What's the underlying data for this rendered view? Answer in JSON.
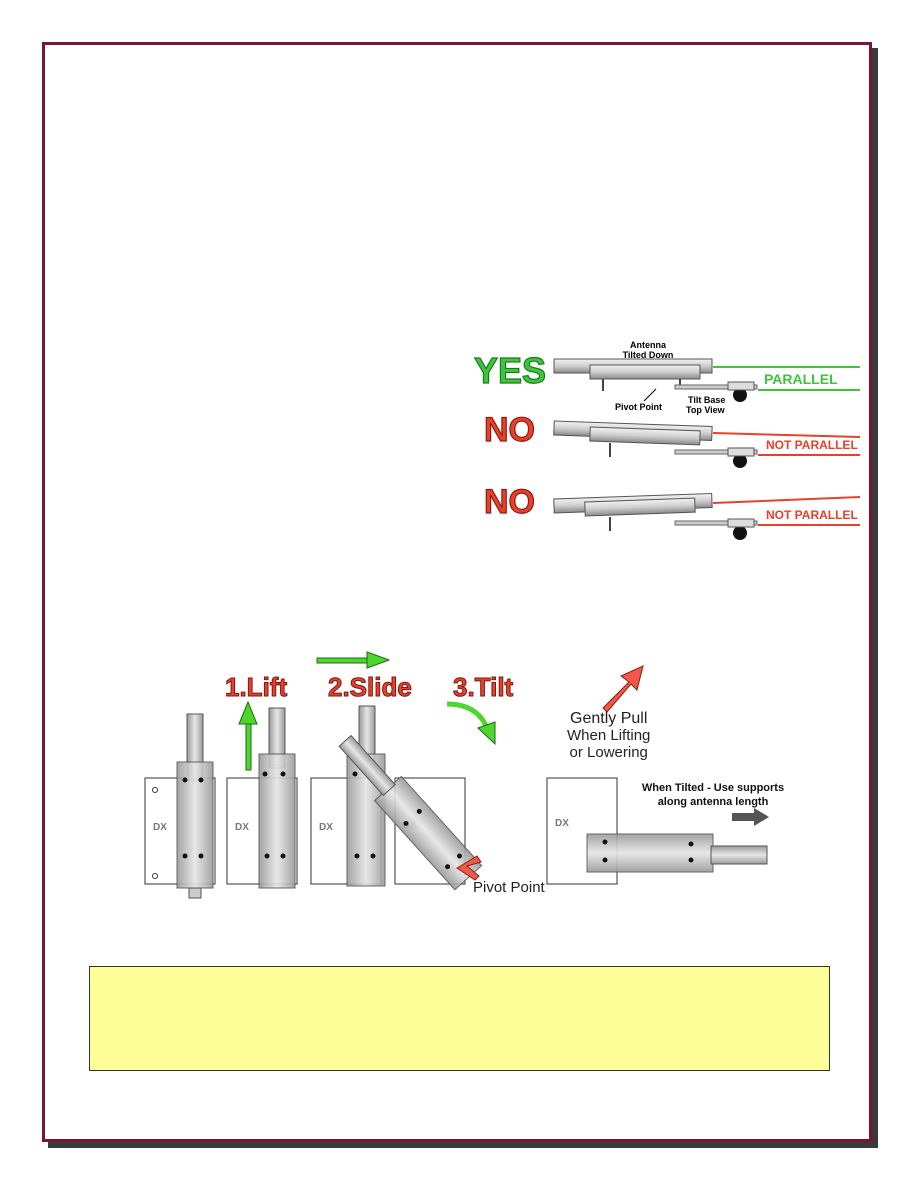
{
  "top_diagram": {
    "antenna_label_line1": "Antenna",
    "antenna_label_line2": "Tilted Down",
    "pivot_label": "Pivot Point",
    "tilt_base_line1": "Tilt Base",
    "tilt_base_line2": "Top View",
    "rows": [
      {
        "verdict": "YES",
        "verdict_color": "#3ec43e",
        "parallel_label": "PARALLEL",
        "parallel_color": "#3ec43e"
      },
      {
        "verdict": "NO",
        "verdict_color": "#e8402a",
        "parallel_label": "NOT PARALLEL",
        "parallel_color": "#e8402a"
      },
      {
        "verdict": "NO",
        "verdict_color": "#e8402a",
        "parallel_label": "NOT PARALLEL",
        "parallel_color": "#e8402a"
      }
    ]
  },
  "steps_diagram": {
    "steps": [
      "1.Lift",
      "2.Slide",
      "3.Tilt"
    ],
    "step_color": "#e8402a",
    "arrow_color": "#4cd62e",
    "pull_arrow_color": "#f2584a",
    "gently_pull": [
      "Gently Pull",
      "When Lifting",
      "or Lowering"
    ],
    "pivot_label": "Pivot Point",
    "tilted_note": [
      "When Tilted - Use supports",
      "along antenna length"
    ],
    "logo_text": "DX"
  },
  "colors": {
    "border": "#7a1535",
    "note_background": "#ffff99"
  }
}
